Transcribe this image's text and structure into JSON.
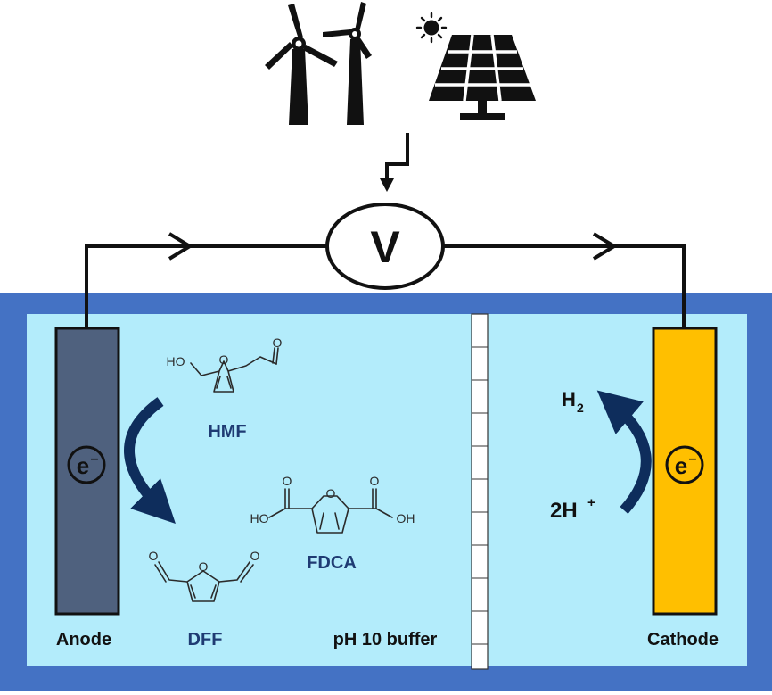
{
  "labels": {
    "voltmeter": "V",
    "anode": "Anode",
    "cathode": "Cathode",
    "buffer": "pH 10 buffer",
    "hmf": "HMF",
    "dff": "DFF",
    "fdca": "FDCA",
    "h2": "H",
    "h2_sub": "2",
    "protons": "2H",
    "protons_sup": "+",
    "electron_anode": "e",
    "electron_cathode": "e",
    "electron_sup": "–"
  },
  "atoms": {
    "hmf_oh": "HO",
    "hmf_ring_o": "O",
    "hmf_ald_o": "O",
    "fdca_ring_o": "O",
    "fdca_o1": "O",
    "fdca_o2": "O",
    "fdca_ho": "HO",
    "fdca_oh": "OH",
    "dff_ring_o": "O",
    "dff_o1": "O",
    "dff_o2": "O"
  },
  "colors": {
    "tank": "#4472c4",
    "electrolyte": "#b3ecfb",
    "anode": "#4f617e",
    "cathode": "#ffbf00",
    "arrow": "#0e2d5c",
    "product_label": "#1f3b73",
    "wire": "#111111"
  },
  "icons": [
    "wind-turbine-icon",
    "sun-icon",
    "solar-panel-icon",
    "lightning-arrow-icon"
  ]
}
